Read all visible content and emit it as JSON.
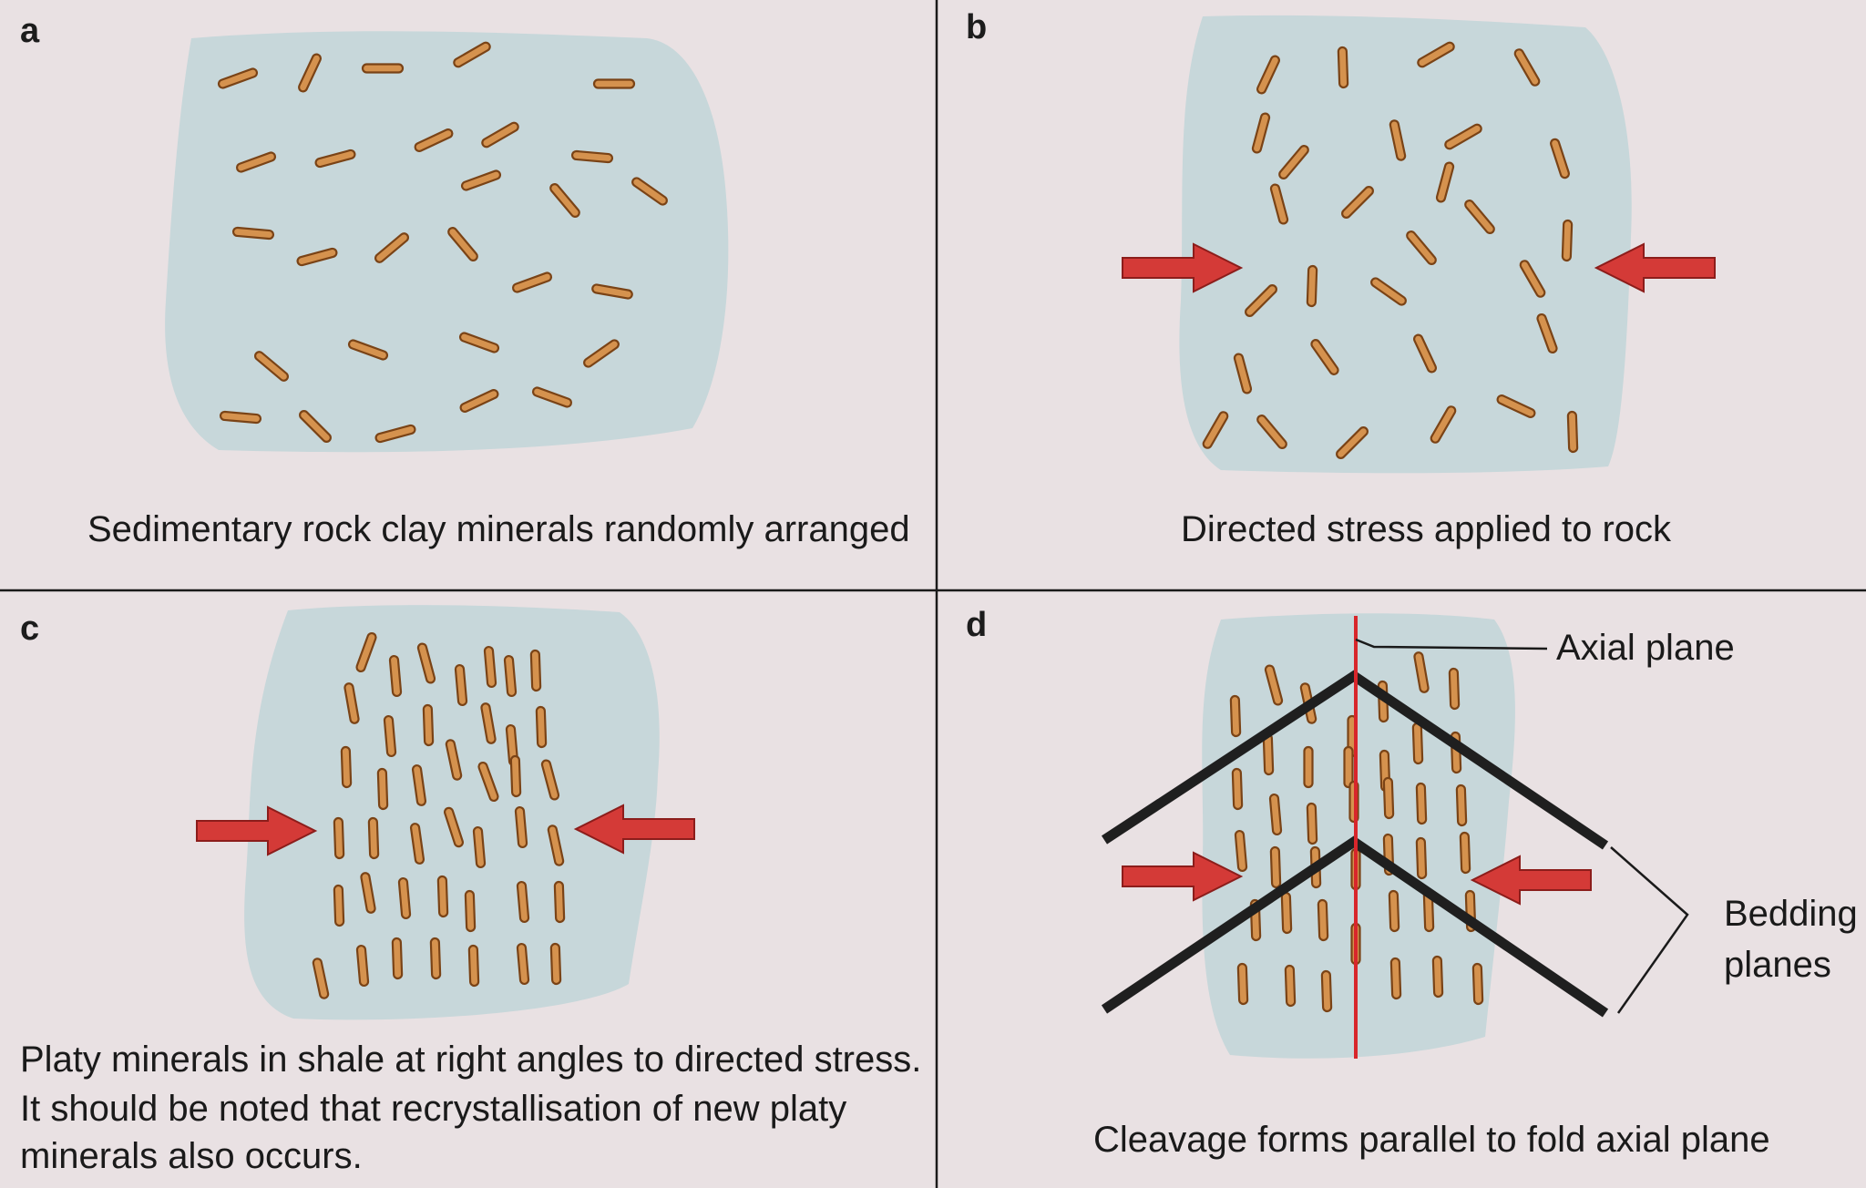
{
  "panels": [
    {
      "id": "a",
      "letter": "a",
      "caption": [
        "Sedimentary rock clay minerals randomly arranged"
      ]
    },
    {
      "id": "b",
      "letter": "b",
      "caption": [
        "Directed stress applied to rock"
      ]
    },
    {
      "id": "c",
      "letter": "c",
      "caption": [
        "Platy minerals in shale at right angles to directed stress.",
        "It should be noted that recrystallisation of new platy",
        "minerals also occurs."
      ]
    },
    {
      "id": "d",
      "letter": "d",
      "caption": [
        "Cleavage forms parallel to fold axial plane"
      ]
    }
  ],
  "labels": {
    "axial_plane": "Axial plane",
    "bedding_planes": [
      "Bedding",
      "planes"
    ]
  },
  "colors": {
    "background": "#e9e1e3",
    "rock": "#c7d7da",
    "mineral_fill": "#d5924e",
    "mineral_outline": "#7a4316",
    "arrow": "#d43a37",
    "axial_line": "#d8262b",
    "fold_line": "#1f1f1f"
  }
}
